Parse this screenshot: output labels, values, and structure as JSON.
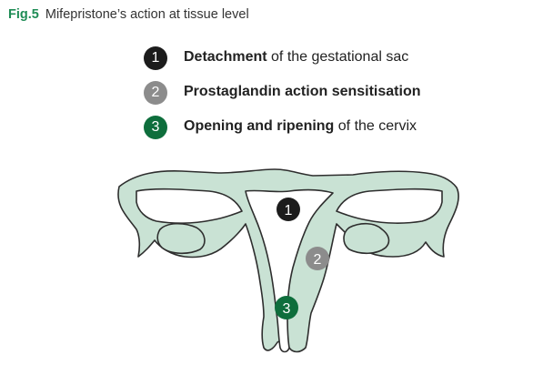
{
  "figure": {
    "number": "Fig.5",
    "title": "Mifepristone’s action at tissue level"
  },
  "legend": [
    {
      "num": "1",
      "bold": "Detachment",
      "rest": " of the gestational sac",
      "color": "#1c1c1c"
    },
    {
      "num": "2",
      "bold": "Prostaglandin action sensitisation",
      "rest": "",
      "color": "#8c8c8c"
    },
    {
      "num": "3",
      "bold": "Opening and ripening",
      "rest": " of the cervix",
      "color": "#0e6e3c"
    }
  ],
  "markers": [
    {
      "num": "1",
      "color": "#1c1c1c"
    },
    {
      "num": "2",
      "color": "#8c8c8c"
    },
    {
      "num": "3",
      "color": "#0e6e3c"
    }
  ],
  "colors": {
    "tissue": "#c9e2d4",
    "outline": "#2e2e2e",
    "accent": "#1e8c55"
  }
}
